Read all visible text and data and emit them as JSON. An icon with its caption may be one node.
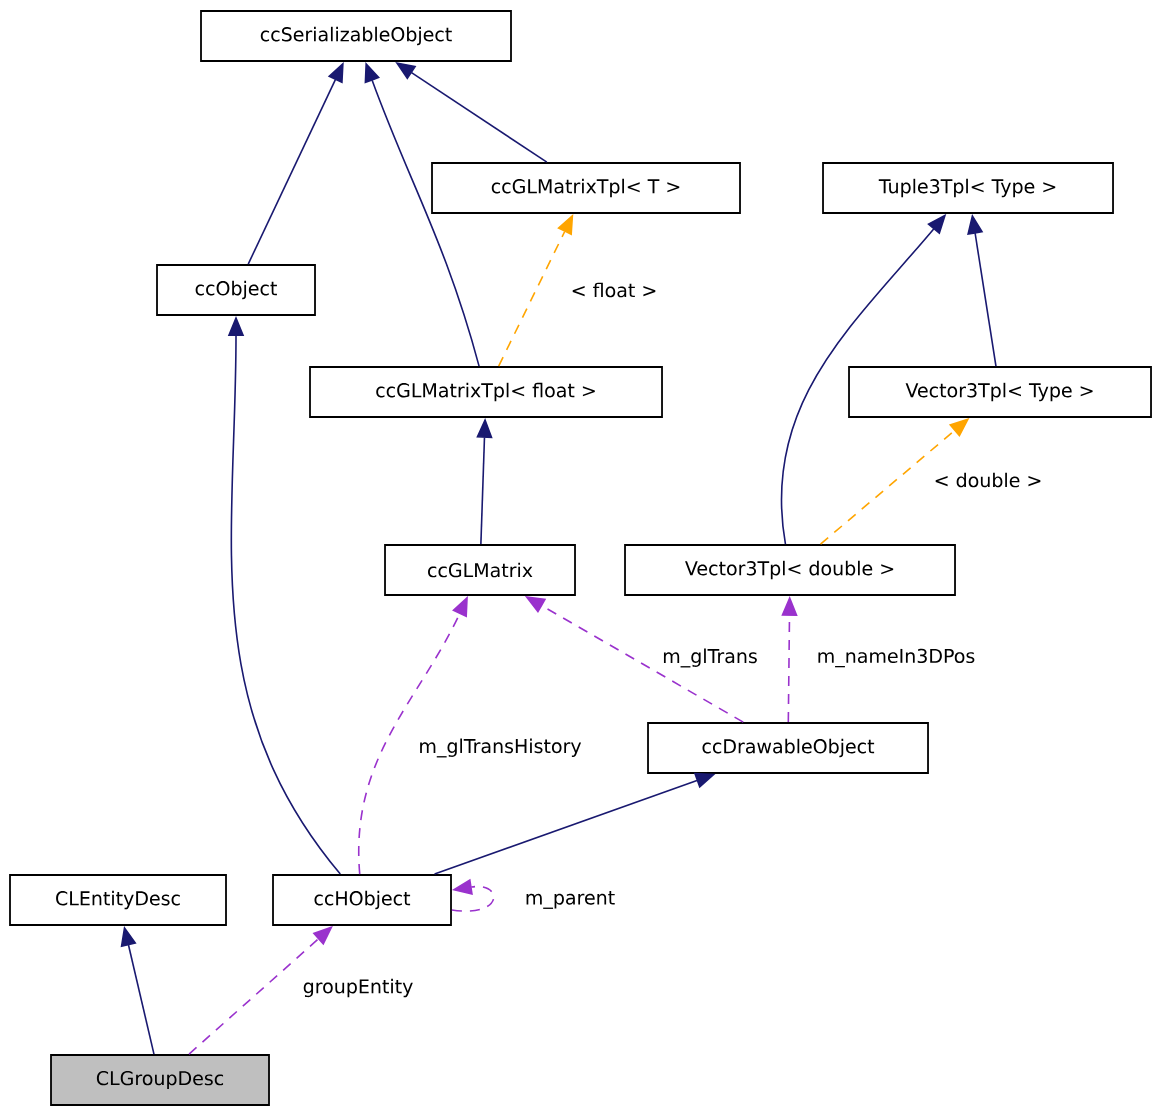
{
  "diagram": {
    "nodes": [
      {
        "text": [
          "ccSerializableObject"
        ]
      },
      {
        "text": [
          "ccGLMatrixTpl< T >"
        ]
      },
      {
        "text": [
          "Tuple3Tpl< Type >"
        ]
      },
      {
        "text": [
          "ccObject"
        ]
      },
      {
        "text": [
          "ccGLMatrixTpl< float >"
        ]
      },
      {
        "text": [
          "Vector3Tpl< Type >"
        ]
      },
      {
        "text": [
          "ccGLMatrix"
        ]
      },
      {
        "text": [
          "Vector3Tpl< double >"
        ]
      },
      {
        "text": [
          "ccDrawableObject"
        ]
      },
      {
        "text": [
          "CLEntityDesc"
        ]
      },
      {
        "text": [
          "ccHObject"
        ]
      },
      {
        "text": [
          "CLGroupDesc"
        ]
      }
    ],
    "edges": [
      {
        "from": 3,
        "to": 0,
        "arrow": "to"
      },
      {
        "from": 4,
        "to": 0,
        "arrow": "to"
      },
      {
        "from": 1,
        "to": 0,
        "arrow": "to"
      },
      {
        "from": 4,
        "to": 1,
        "arrow": "to",
        "label": "< float >",
        "style": "dashed",
        "color": "#ffa500"
      },
      {
        "from": 7,
        "to": 2,
        "arrow": "to"
      },
      {
        "from": 5,
        "to": 2,
        "arrow": "to"
      },
      {
        "from": 7,
        "to": 5,
        "arrow": "to",
        "label": "< double >",
        "style": "dashed",
        "color": "#ffa500"
      },
      {
        "from": 6,
        "to": 4,
        "arrow": "to"
      },
      {
        "from": 10,
        "to": 3,
        "arrow": "to"
      },
      {
        "from": 8,
        "to": 6,
        "arrow": "to",
        "label": "m_glTrans",
        "style": "dashed",
        "color": "#9a32cd"
      },
      {
        "from": 10,
        "to": 6,
        "arrow": "to",
        "label": "m_glTransHistory",
        "style": "dashed",
        "color": "#9a32cd"
      },
      {
        "from": 8,
        "to": 7,
        "arrow": "to",
        "label": "m_nameIn3DPos",
        "style": "dashed",
        "color": "#9a32cd"
      },
      {
        "from": 10,
        "to": 8,
        "arrow": "to"
      },
      {
        "from": 10,
        "to": 10,
        "arrow": "to",
        "label": "m_parent",
        "style": "dashed",
        "color": "#9a32cd"
      },
      {
        "from": 11,
        "to": 9,
        "arrow": "to"
      },
      {
        "from": 11,
        "to": 10,
        "arrow": "to",
        "label": "groupEntity",
        "style": "dashed",
        "color": "#9a32cd"
      }
    ]
  }
}
